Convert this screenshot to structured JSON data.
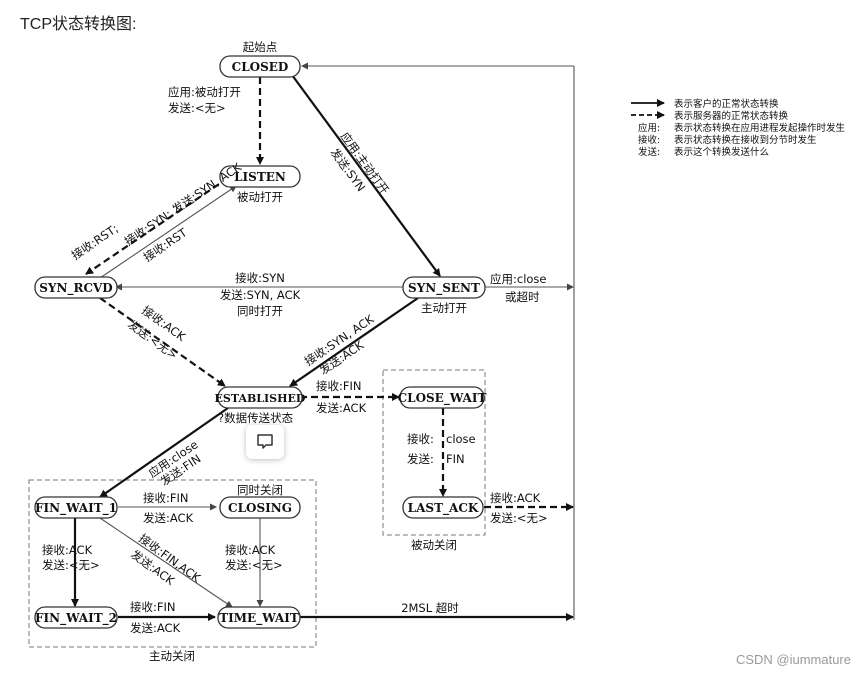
{
  "page_title": "TCP状态转换图:",
  "states": {
    "closed": "CLOSED",
    "listen": "LISTEN",
    "syn_rcvd": "SYN_RCVD",
    "syn_sent": "SYN_SENT",
    "established": "ESTABLISHED",
    "close_wait": "CLOSE_WAIT",
    "last_ack": "LAST_ACK",
    "fin_wait_1": "FIN_WAIT_1",
    "closing": "CLOSING",
    "fin_wait_2": "FIN_WAIT_2",
    "time_wait": "TIME_WAIT"
  },
  "labels": {
    "start_point": "起始点",
    "passive_open_app": "应用:被动打开",
    "passive_open_send": "发送:<无>",
    "passive_open": "被动打开",
    "syn_recv_send": "接收:SYN; 发送:SYN, ACK",
    "recv_rst_1": "接收:RST;",
    "recv_rst_2": "接收:RST",
    "active_open_app": "应用:主动打开",
    "active_open_send": "发送:SYN",
    "simul_recv": "接收:SYN",
    "simul_send": "发送:SYN, ACK",
    "simul_open": "同时打开",
    "app_close": "应用:close",
    "or_timeout": "或超时",
    "active_open": "主动打开",
    "synsent_est": "接收:SYN, ACK",
    "synsent_est_send": "发送:ACK",
    "rcvd_ack": "接收:ACK",
    "rcvd_ack_send": "发送:<无>",
    "est_recv_fin": "接收:FIN",
    "est_send_ack": "发送:ACK",
    "data_transfer": "?数据传送状态",
    "cw_recv": "接收:",
    "cw_close": "close",
    "cw_send": "发送:",
    "cw_fin": "FIN",
    "passive_close": "被动关闭",
    "la_recv_ack": "接收:ACK",
    "la_send_none": "发送:<无>",
    "est_app_close": "应用:close",
    "est_send_fin": "发送:FIN",
    "simul_close": "同时关闭",
    "fw1_recv_fin": "接收:FIN",
    "fw1_send_ack": "发送:ACK",
    "fw1_recv_ack": "接收:ACK",
    "fw1_send_none": "发送:<无>",
    "fw1_recv_finack": "接收:FIN,ACK",
    "fw1_send_ack2": "发送:ACK",
    "closing_recv_ack": "接收:ACK",
    "closing_send_none": "发送:<无>",
    "fw2_recv_fin": "接收:FIN",
    "fw2_send_ack": "发送:ACK",
    "msl": "2MSL 超时",
    "active_close": "主动关闭"
  },
  "legend": [
    {
      "key": "表示客户的正常状态转换"
    },
    {
      "key": "表示服务器的正常状态转换"
    },
    {
      "prefix": "应用:",
      "text": "表示状态转换在应用进程发起操作时发生"
    },
    {
      "prefix": "接收:",
      "text": "表示状态转换在接收到分节时发生"
    },
    {
      "prefix": "发送:",
      "text": "表示这个转换发送什么"
    }
  ],
  "watermark": "CSDN @iummature"
}
